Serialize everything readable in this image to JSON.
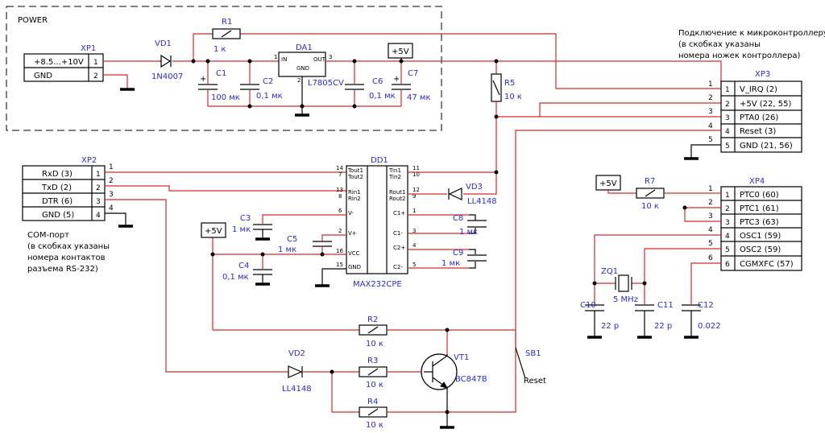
{
  "power_title": "POWER",
  "notes": {
    "mcu": [
      "Подключение к микроконтроллеру",
      "(в скобках указаны",
      "номера ножек контроллера)"
    ],
    "com": [
      "COM-порт",
      "(в скобках указаны",
      "номера контактов",
      "разъема RS-232)"
    ]
  },
  "components": {
    "xp1": "XP1",
    "vd1": "VD1",
    "vd1_val": "1N4007",
    "r1": "R1",
    "r1_val": "1 к",
    "da1": "DA1",
    "da1_val": "L7805CV",
    "c1": "C1",
    "c1_val": "100 мк",
    "c2": "C2",
    "c2_val": "0,1 мк",
    "c6": "C6",
    "c6_val": "0,1 мк",
    "c7": "C7",
    "c7_val": "47 мк",
    "r5": "R5",
    "r5_val": "10 к",
    "xp2": "XP2",
    "xp3": "XP3",
    "xp4": "XP4",
    "dd1": "DD1",
    "dd1_val": "MAX232CPE",
    "vd3": "VD3",
    "vd3_val": "LL4148",
    "c3": "C3",
    "c3_val": "1 мк",
    "c4": "C4",
    "c4_val": "0,1 мк",
    "c5": "C5",
    "c5_val": "1 мк",
    "c8": "C8",
    "c8_val": "1 мк",
    "c9": "C9",
    "c9_val": "1 мк",
    "r7": "R7",
    "r7_val": "10 к",
    "zq1": "ZQ1",
    "zq1_val": "5 MHz",
    "c10": "C10",
    "c10_val": "22 p",
    "c11": "C11",
    "c11_val": "22 p",
    "c12": "C12",
    "c12_val": "0.022",
    "r2": "R2",
    "r2_val": "10 к",
    "r3": "R3",
    "r3_val": "10 к",
    "r4": "R4",
    "r4_val": "10 к",
    "vd2": "VD2",
    "vd2_val": "LL4148",
    "vt1": "VT1",
    "vt1_val": "BC847B",
    "sb1": "SB1",
    "sb1_val": "Reset"
  },
  "supply_label": "+5V",
  "da1_pins": {
    "in": "IN",
    "out": "OUT",
    "gnd": "GND",
    "p1": "1",
    "p2": "2",
    "p3": "3"
  },
  "xp1_rows": [
    {
      "label": "+8.5...+10V",
      "pin": "1"
    },
    {
      "label": "GND",
      "pin": "2"
    }
  ],
  "xp2_rows": [
    {
      "label": "RxD (3)",
      "pin": "1"
    },
    {
      "label": "TxD (2)",
      "pin": "2"
    },
    {
      "label": "DTR (6)",
      "pin": "3"
    },
    {
      "label": "GND (5)",
      "pin": "4"
    }
  ],
  "xp3_rows": [
    {
      "label": "V_IRQ (2)",
      "pin": "1"
    },
    {
      "label": "+5V (22, 55)",
      "pin": "2"
    },
    {
      "label": "PTA0 (26)",
      "pin": "3"
    },
    {
      "label": "Reset (3)",
      "pin": "4"
    },
    {
      "label": "GND (21, 56)",
      "pin": "5"
    }
  ],
  "xp4_rows": [
    {
      "label": "PTC0 (60)",
      "pin": "1"
    },
    {
      "label": "PTC1 (61)",
      "pin": "2"
    },
    {
      "label": "PTC3 (63)",
      "pin": "3"
    },
    {
      "label": "OSC1 (59)",
      "pin": "4"
    },
    {
      "label": "OSC2 (59)",
      "pin": "5"
    },
    {
      "label": "CGMXFC (57)",
      "pin": "6"
    }
  ],
  "dd1_left": [
    {
      "name": "Tout1",
      "pin": "14"
    },
    {
      "name": "Tout2",
      "pin": "7"
    },
    {
      "name": "Rin1",
      "pin": "13"
    },
    {
      "name": "Rin2",
      "pin": "8"
    },
    {
      "name": "V-",
      "pin": "6"
    },
    {
      "name": "V+",
      "pin": "2"
    },
    {
      "name": "VCC",
      "pin": "16"
    },
    {
      "name": "GND",
      "pin": "15"
    }
  ],
  "dd1_right": [
    {
      "name": "Tin1",
      "pin": "11"
    },
    {
      "name": "Tin2",
      "pin": "10"
    },
    {
      "name": "Rout1",
      "pin": "12"
    },
    {
      "name": "Rout2",
      "pin": "9"
    },
    {
      "name": "C1+",
      "pin": "1"
    },
    {
      "name": "C1-",
      "pin": "3"
    },
    {
      "name": "C2+",
      "pin": "4"
    },
    {
      "name": "C2-",
      "pin": "5"
    }
  ]
}
